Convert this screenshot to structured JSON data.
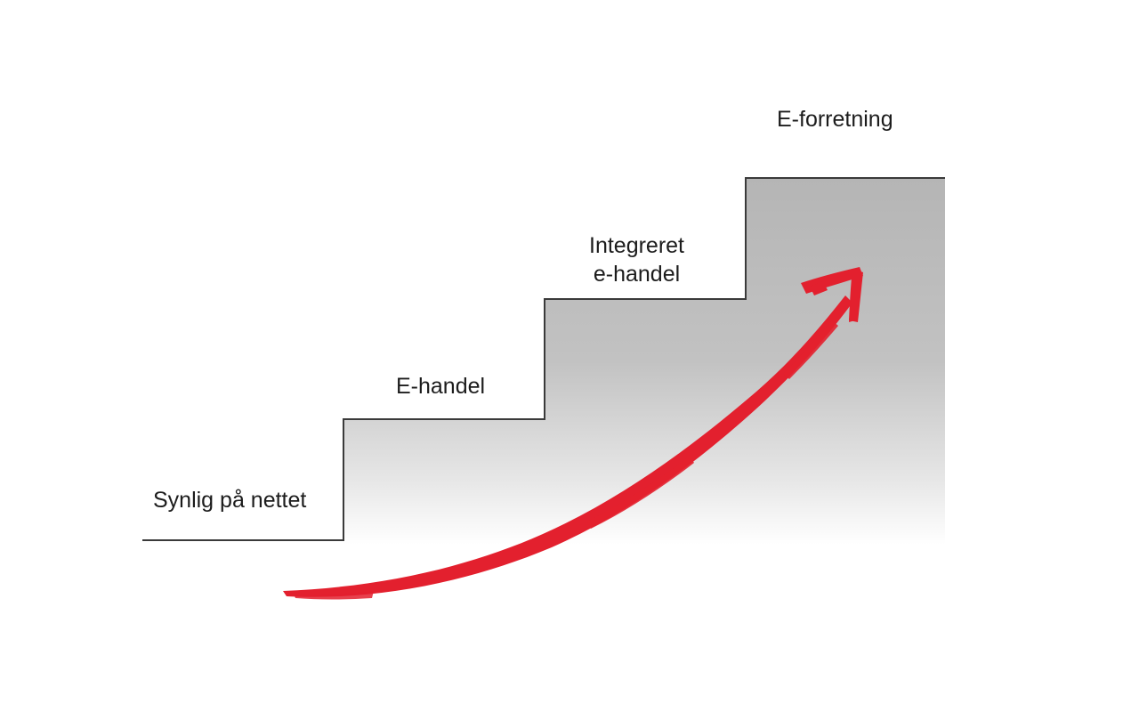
{
  "diagram": {
    "steps": [
      {
        "id": "synlig",
        "label": "Synlig på nettet"
      },
      {
        "id": "e-handel",
        "label": "E-handel"
      },
      {
        "id": "integreret",
        "label_lines": [
          "Integreret",
          "e-handel"
        ]
      },
      {
        "id": "e-forretning",
        "label": "E-forretning"
      }
    ],
    "colors": {
      "stair_line": "#3a3a3a",
      "fill_top": "#b4b4b4",
      "fill_bottom": "#ffffff",
      "arrow": "#e3202e",
      "text": "#1c1c1c"
    },
    "arrow": {
      "direction": "up-right",
      "style": "hand-drawn"
    }
  }
}
